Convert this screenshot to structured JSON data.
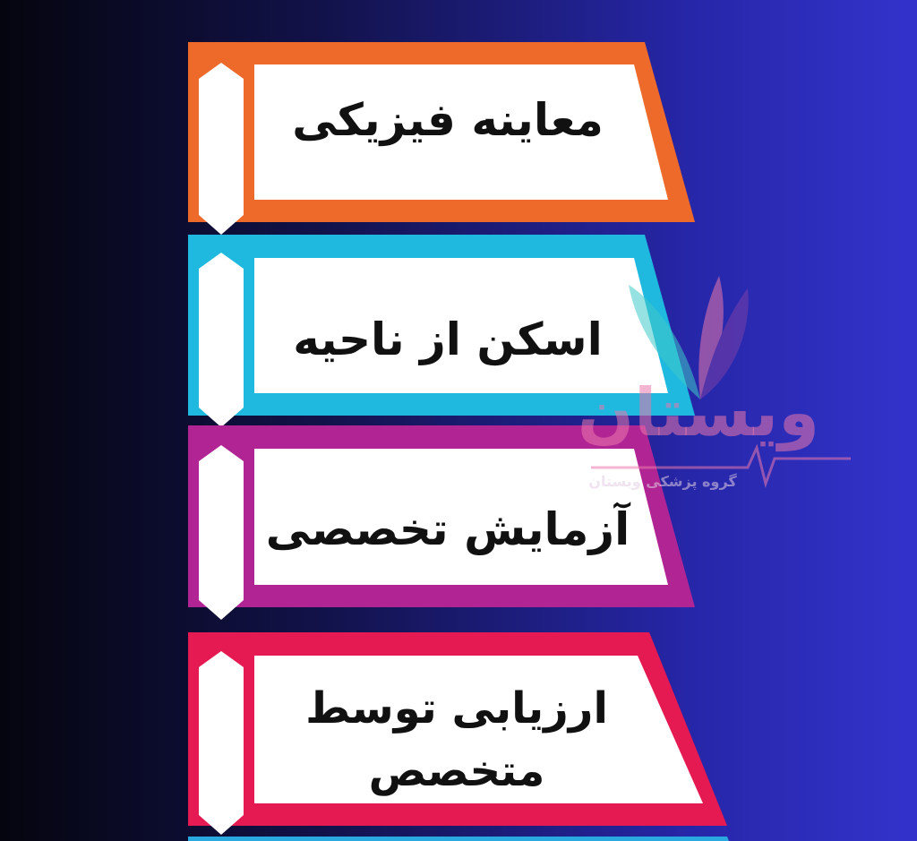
{
  "steps": [
    {
      "label": "معاینه فیزیکی",
      "color": "#ee6a2a"
    },
    {
      "label": "اسکن از ناحیه",
      "color": "#1fb9df"
    },
    {
      "label": "آزمایش تخصصی",
      "color": "#b12494"
    },
    {
      "label": "ارزیابی توسط متخصص",
      "color": "#e61a52"
    }
  ],
  "next_step_color": "#2aa9e0",
  "watermark": {
    "brand": "ویستان",
    "tagline": "گروه پزشکی ویستان",
    "colors": [
      "#3fc8c8",
      "#e979ab",
      "#7a3fa8"
    ]
  }
}
